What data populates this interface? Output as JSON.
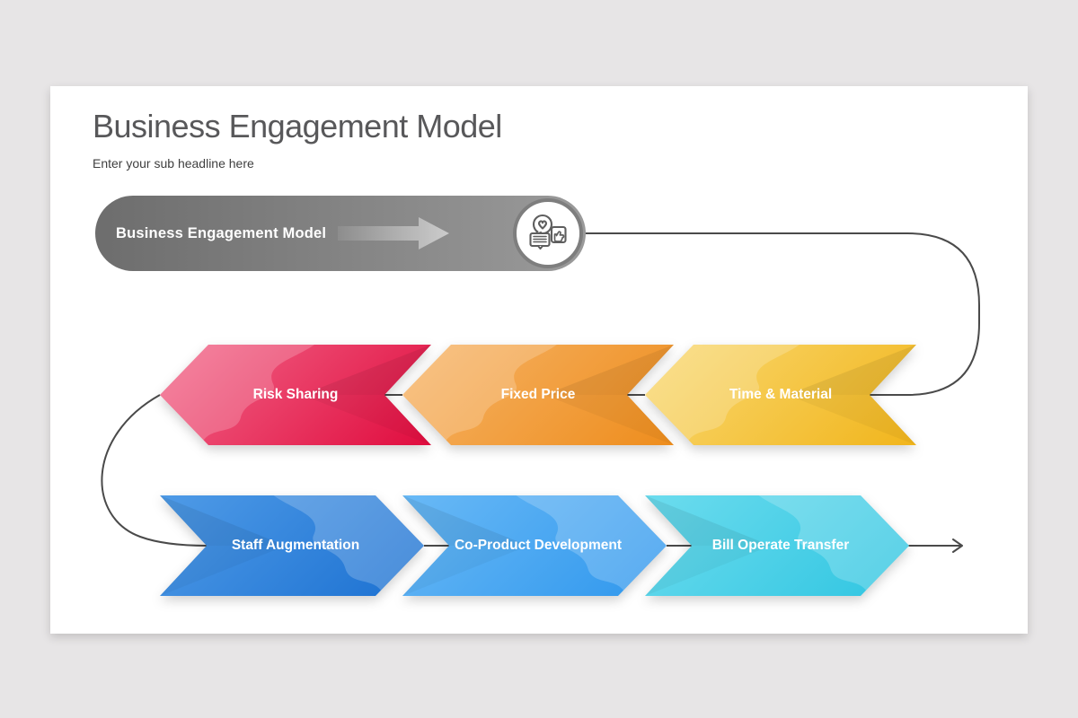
{
  "page": {
    "background": "#e7e5e6",
    "card_background": "#ffffff"
  },
  "header": {
    "title": "Business Engagement Model",
    "subtitle": "Enter your sub headline here"
  },
  "flow": {
    "start_pill": {
      "label": "Business Engagement Model",
      "icon": "feedback-engagement-icon",
      "color_start": "#6d6d6d",
      "color_end": "#9a9a9a"
    },
    "connector_color": "#4a4a4a",
    "row1": {
      "direction": "right-to-left",
      "items": [
        {
          "label": "Risk Sharing",
          "color_light": "#f2688a",
          "color_dark": "#e00c3e"
        },
        {
          "label": "Fixed Price",
          "color_light": "#f6b468",
          "color_dark": "#ee8d1d"
        },
        {
          "label": "Time & Material",
          "color_light": "#f9d973",
          "color_dark": "#f1b51c"
        }
      ]
    },
    "row2": {
      "direction": "left-to-right",
      "items": [
        {
          "label": "Staff Augmentation",
          "color_light": "#4f9be7",
          "color_dark": "#1b70d1"
        },
        {
          "label": "Co-Product Development",
          "color_light": "#69b9f6",
          "color_dark": "#2f97ed"
        },
        {
          "label": "Bill Operate Transfer",
          "color_light": "#6cdcee",
          "color_dark": "#2fc5e1"
        }
      ]
    }
  }
}
